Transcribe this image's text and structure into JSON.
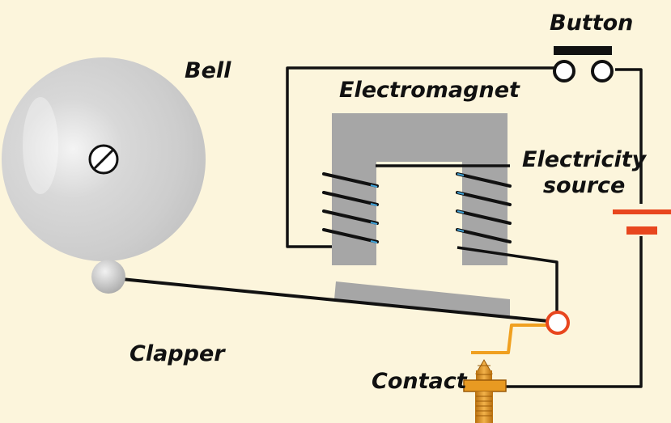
{
  "labels": {
    "bell": "Bell",
    "electromagnet": "Electromagnet",
    "button": "Button",
    "electricity_source_line1": "Electricity",
    "electricity_source_line2": "source",
    "clapper": "Clapper",
    "contact": "Contact"
  },
  "colors": {
    "background": "#fcf5dc",
    "wire": "#111111",
    "magnet_core": "#a6a6a6",
    "battery": "#e8461e",
    "spring_arm": "#f0a020",
    "contact_screw": "#d9901c",
    "pivot_ring": "#e8461e"
  }
}
